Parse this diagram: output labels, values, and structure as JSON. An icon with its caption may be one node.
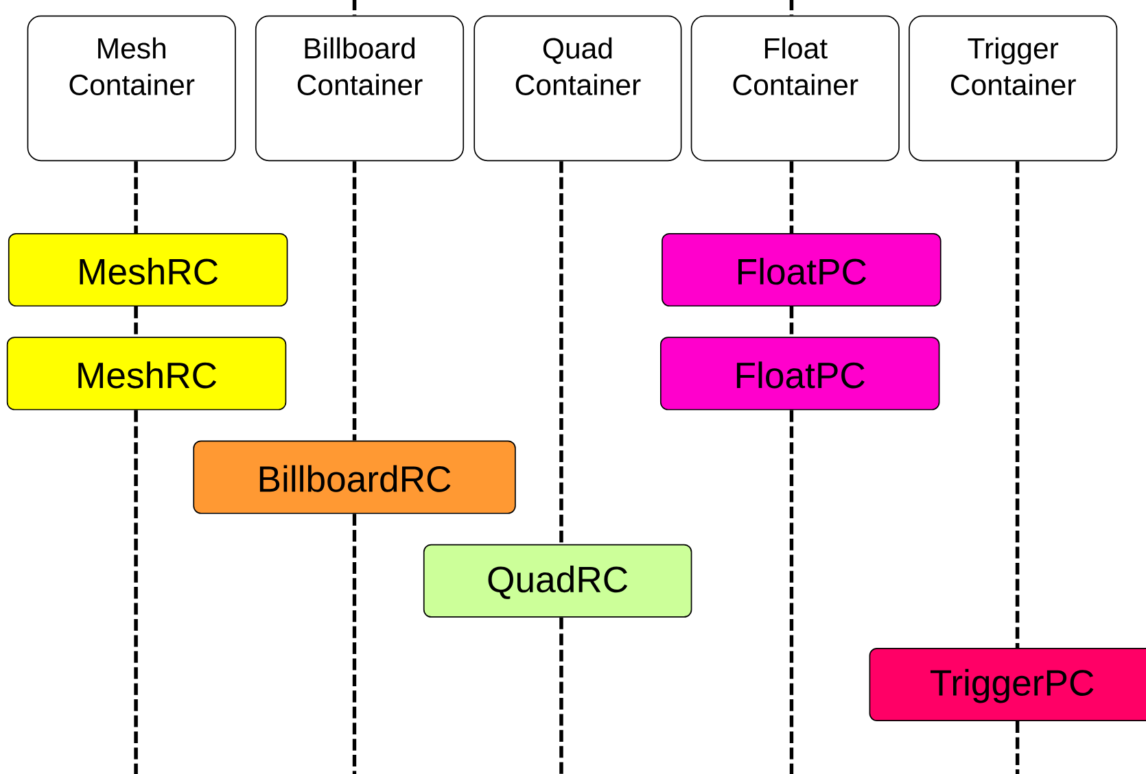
{
  "diagram": {
    "nodes": [
      {
        "text": [
          "Mesh Container"
        ]
      },
      {
        "text": [
          "Billboard Container"
        ]
      },
      {
        "text": [
          "Quad Container"
        ]
      },
      {
        "text": [
          "Float Container"
        ]
      },
      {
        "text": [
          "Trigger Container"
        ]
      },
      {
        "text": [
          "MeshRC"
        ]
      },
      {
        "text": [
          "FloatPC"
        ]
      },
      {
        "text": [
          "MeshRC"
        ]
      },
      {
        "text": [
          "FloatPC"
        ]
      },
      {
        "text": [
          "BillboardRC"
        ]
      },
      {
        "text": [
          "QuadRC"
        ]
      },
      {
        "text": [
          "TriggerPC"
        ]
      }
    ],
    "edges": [
      {
        "from": null,
        "to": 1,
        "arrow": "none",
        "style": "dashed"
      },
      {
        "from": null,
        "to": 3,
        "arrow": "none",
        "style": "dashed"
      },
      {
        "from": 0,
        "to": 5,
        "arrow": "none",
        "style": "dashed"
      },
      {
        "from": 5,
        "to": 7,
        "arrow": "none",
        "style": "dashed"
      },
      {
        "from": 7,
        "to": null,
        "arrow": "none",
        "style": "dashed"
      },
      {
        "from": 1,
        "to": 9,
        "arrow": "none",
        "style": "dashed"
      },
      {
        "from": 9,
        "to": null,
        "arrow": "none",
        "style": "dashed"
      },
      {
        "from": 2,
        "to": 10,
        "arrow": "none",
        "style": "dashed"
      },
      {
        "from": 10,
        "to": null,
        "arrow": "none",
        "style": "dashed"
      },
      {
        "from": 3,
        "to": 6,
        "arrow": "none",
        "style": "dashed"
      },
      {
        "from": 6,
        "to": 8,
        "arrow": "none",
        "style": "dashed"
      },
      {
        "from": 8,
        "to": null,
        "arrow": "none",
        "style": "dashed"
      },
      {
        "from": 4,
        "to": 11,
        "arrow": "none",
        "style": "dashed"
      },
      {
        "from": 11,
        "to": null,
        "arrow": "none",
        "style": "dashed"
      }
    ]
  }
}
